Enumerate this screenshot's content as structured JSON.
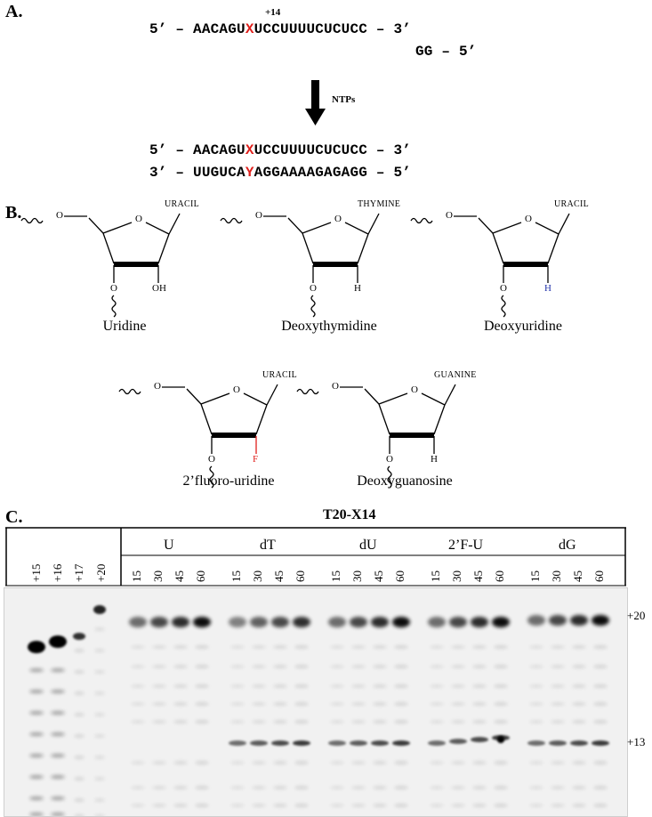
{
  "panel_a": {
    "letter": "A.",
    "position_label": "+14",
    "top_strand": {
      "prefix": "5’ – ",
      "before_x": "AACAGU",
      "x": "X",
      "after_x": "UCCUUUUCUCUCC",
      "suffix": " – 3’"
    },
    "primer": "GG – 5’",
    "arrow_label": "NTPs",
    "product_top": {
      "prefix": "5’ – ",
      "before_x": "AACAGU",
      "x": "X",
      "after_x": "UCCUUUUCUCUCC",
      "suffix": " – 3’"
    },
    "product_bottom": {
      "prefix": "3’ – ",
      "before_y": "UUGUCA",
      "y": "Y",
      "after_y": "AGGAAAAGAGAGG",
      "suffix": " – 5’"
    },
    "highlight_color": "#e0201c"
  },
  "panel_b": {
    "letter": "B.",
    "structures": [
      {
        "name": "Uridine",
        "base": "URACIL",
        "ring_o": "O",
        "o5": "O",
        "o3": "O",
        "c2_sub": "OH",
        "c2_color": "#000000"
      },
      {
        "name": "Deoxythymidine",
        "base": "THYMINE",
        "ring_o": "O",
        "o5": "O",
        "o3": "O",
        "c2_sub": "H",
        "c2_color": "#000000"
      },
      {
        "name": "Deoxyuridine",
        "base": "URACIL",
        "ring_o": "O",
        "o5": "O",
        "o3": "O",
        "c2_sub": "H",
        "c2_color": "#2233aa"
      },
      {
        "name": "2’fluoro-uridine",
        "base": "URACIL",
        "ring_o": "O",
        "o5": "O",
        "o3": "O",
        "c2_sub": "F",
        "c2_color": "#e0201c"
      },
      {
        "name": "Deoxyguanosine",
        "base": "GUANINE",
        "ring_o": "O",
        "o5": "O",
        "o3": "O",
        "c2_sub": "H",
        "c2_color": "#000000"
      }
    ]
  },
  "panel_c": {
    "letter": "C.",
    "title": "T20-X14",
    "markers": [
      "+15",
      "+16",
      "+17",
      "+20"
    ],
    "groups": [
      {
        "label": "U",
        "times": [
          "15",
          "30",
          "45",
          "60"
        ]
      },
      {
        "label": "dT",
        "times": [
          "15",
          "30",
          "45",
          "60"
        ]
      },
      {
        "label": "dU",
        "times": [
          "15",
          "30",
          "45",
          "60"
        ]
      },
      {
        "label": "2’F-U",
        "times": [
          "15",
          "30",
          "45",
          "60"
        ]
      },
      {
        "label": "dG",
        "times": [
          "15",
          "30",
          "45",
          "60"
        ]
      }
    ],
    "right_labels": [
      "+20",
      "+13"
    ]
  }
}
